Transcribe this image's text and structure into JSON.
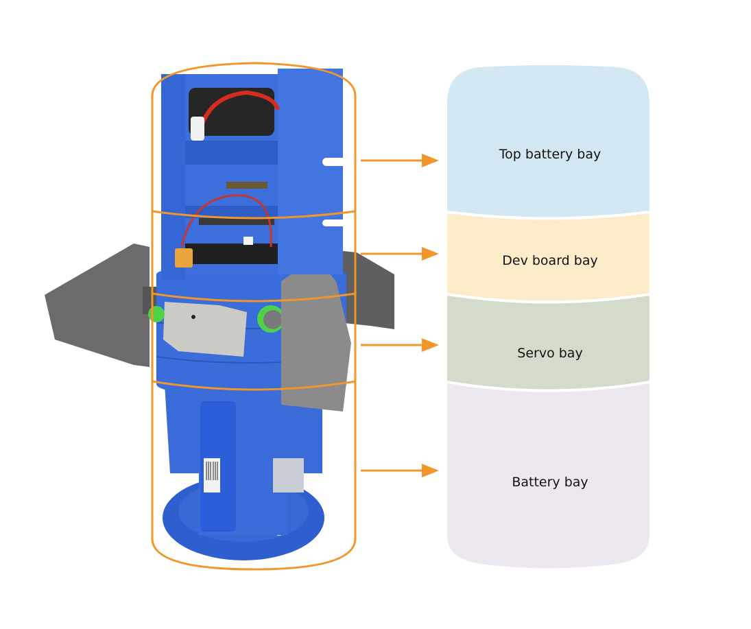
{
  "diagram": {
    "title": "",
    "photo": {
      "subject": "3D-printed blue rocket avionics module with grey fins",
      "icon": "rocket-module-photo"
    },
    "bays": [
      {
        "label": "Top battery bay",
        "color": "#d3e8f3"
      },
      {
        "label": "Dev board bay",
        "color": "#fcecc9"
      },
      {
        "label": "Servo bay",
        "color": "#d3dccb"
      },
      {
        "label": "Battery bay",
        "color": "#ede7ef"
      }
    ],
    "colors": {
      "outline": "#f0962a",
      "arrow": "#f0962a",
      "body_blue": "#3f6fd8",
      "body_blue_dark": "#2c52b0",
      "fin_grey": "#6c6c6c",
      "fin_grey_light": "#8a8a8a",
      "servo_green": "#4fd24a"
    }
  }
}
